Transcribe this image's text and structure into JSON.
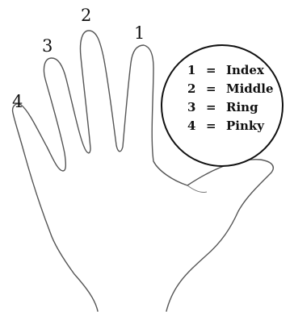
{
  "finger_numbers": {
    "pinky": "4",
    "ring": "3",
    "middle": "2",
    "index": "1"
  },
  "legend": {
    "items": [
      {
        "number": "1",
        "equals": "=",
        "name": "Index"
      },
      {
        "number": "2",
        "equals": "=",
        "name": "Middle"
      },
      {
        "number": "3",
        "equals": "=",
        "name": "Ring"
      },
      {
        "number": "4",
        "equals": "=",
        "name": "Pinky"
      }
    ]
  }
}
